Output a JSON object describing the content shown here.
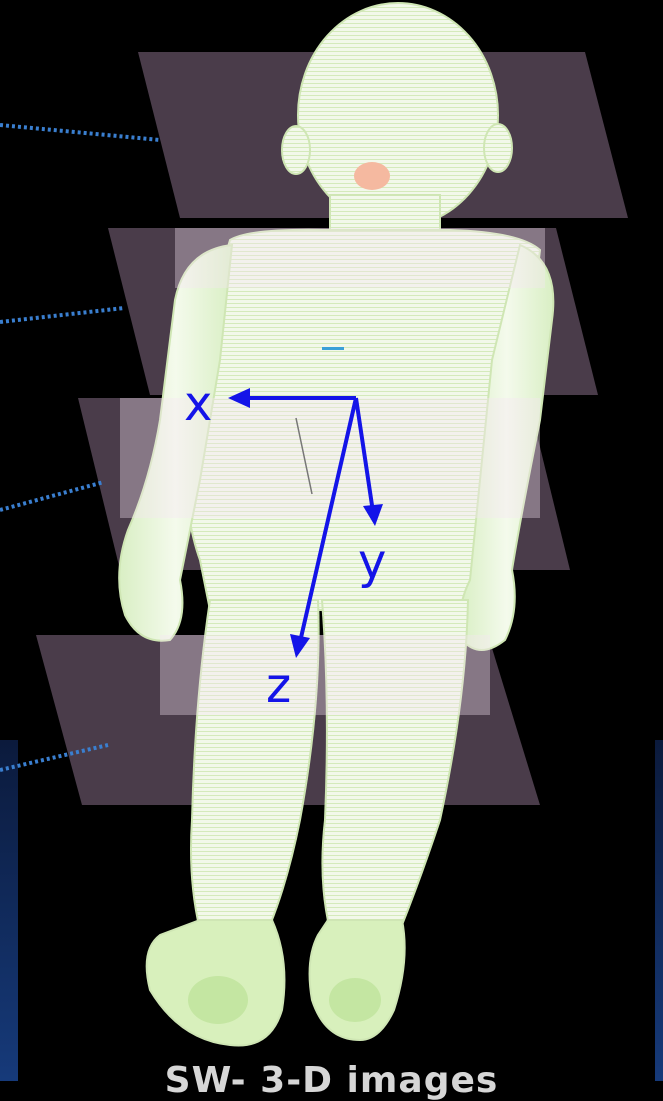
{
  "axes": {
    "x_label": "x",
    "y_label": "y",
    "z_label": "z"
  },
  "caption": "SW- 3-D images",
  "colors": {
    "background": "#000000",
    "body": "#eef8e0",
    "body_shade": "#cfe6b4",
    "slice_plane": "#4a3a4a",
    "axis": "#1414e8",
    "leader_line": "#3a7fd0",
    "caption": "#d6d6d6"
  },
  "slice_planes": 4
}
